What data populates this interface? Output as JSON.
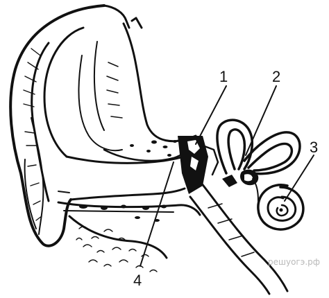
{
  "diagram": {
    "labels": {
      "l1": "1",
      "l2": "2",
      "l3": "3",
      "l4": "4"
    },
    "watermark": "решуогэ.рф"
  }
}
